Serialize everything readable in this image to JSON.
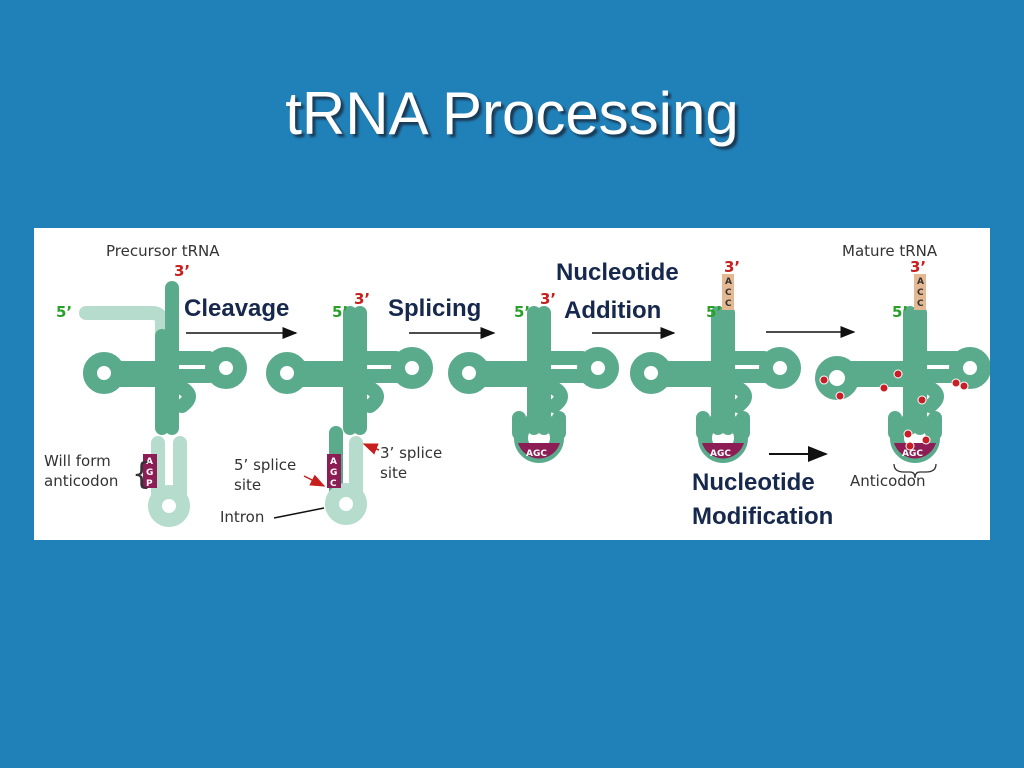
{
  "slide": {
    "title": "tRNA Processing"
  },
  "diagram": {
    "labels": {
      "precursor": "Precursor tRNA",
      "mature": "Mature tRNA",
      "will_form_line1": "Will form",
      "will_form_line2": "anticodon",
      "splice5_line1": "5’ splice",
      "splice5_line2": "site",
      "splice3_line1": "3’ splice",
      "splice3_line2": "site",
      "intron": "Intron",
      "anticodon": "Anticodon",
      "end5": "5’",
      "end3": "3’"
    },
    "steps": {
      "cleavage": "Cleavage",
      "splicing": "Splicing",
      "addition_line1": "Nucleotide",
      "addition_line2": "Addition",
      "modification_line1": "Nucleotide",
      "modification_line2": "Modification"
    },
    "codes": {
      "precursor_anticodon": [
        "A",
        "G",
        "P"
      ],
      "spliced_anticodon": [
        "A",
        "G",
        "C"
      ],
      "anticodon_loop": "AGC",
      "cca_tail": [
        "A",
        "C",
        "C"
      ]
    },
    "colors": {
      "background": "#2080b8",
      "rna": "#5aaa8c",
      "rna_light": "#b5dccc",
      "anticodon": "#8c1e55",
      "five_prime": "#2aa02a",
      "three_prime": "#c81e1e",
      "cca": "#e3b892",
      "modified_base": "#c81e28"
    }
  }
}
